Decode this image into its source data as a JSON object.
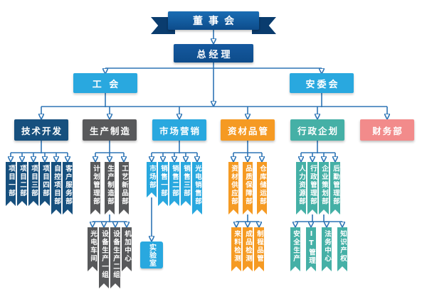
{
  "org": {
    "board": "董事会",
    "general_manager": "总经理",
    "labor_union": "工 会",
    "safety_committee": "安委会",
    "depts": [
      {
        "label": "技术开发",
        "children": [
          "项目一部",
          "项目二部",
          "项目三部",
          "项目四部",
          "自控项目部",
          "客户服务部"
        ]
      },
      {
        "label": "生产制造",
        "children": [
          "计划管理部",
          "生产制造部",
          "工艺新品部"
        ]
      },
      {
        "label": "市场营销",
        "children": [
          "市场部",
          "销售一部",
          "销售二部",
          "销售三部",
          "光电销售部"
        ]
      },
      {
        "label": "资材品管",
        "children": [
          "资材供应部",
          "品质保障部",
          "仓库储运部"
        ]
      },
      {
        "label": "行政企划",
        "children": [
          "人力资源部",
          "行政管理部",
          "企业策划部",
          "后勤管理部"
        ]
      },
      {
        "label": "财务部",
        "children": []
      }
    ],
    "level3": {
      "production": [
        "光电车间",
        "设备生产一组",
        "设备生产二组",
        "机加中心"
      ],
      "marketing_lab": "实验室",
      "quality": [
        "来料检测",
        "成品检测",
        "制程品管"
      ],
      "admin": [
        "安全生产",
        "IT管理",
        "法务中心",
        "知识产权"
      ]
    },
    "colors": {
      "line": "#2e75b6",
      "board_banner": "#0d4c8b",
      "tech": "#17507e",
      "production": "#58595b",
      "marketing": "#29a8df",
      "materials": "#f59a23",
      "admin": "#45b0a6",
      "finance": "#f28b8b"
    }
  }
}
